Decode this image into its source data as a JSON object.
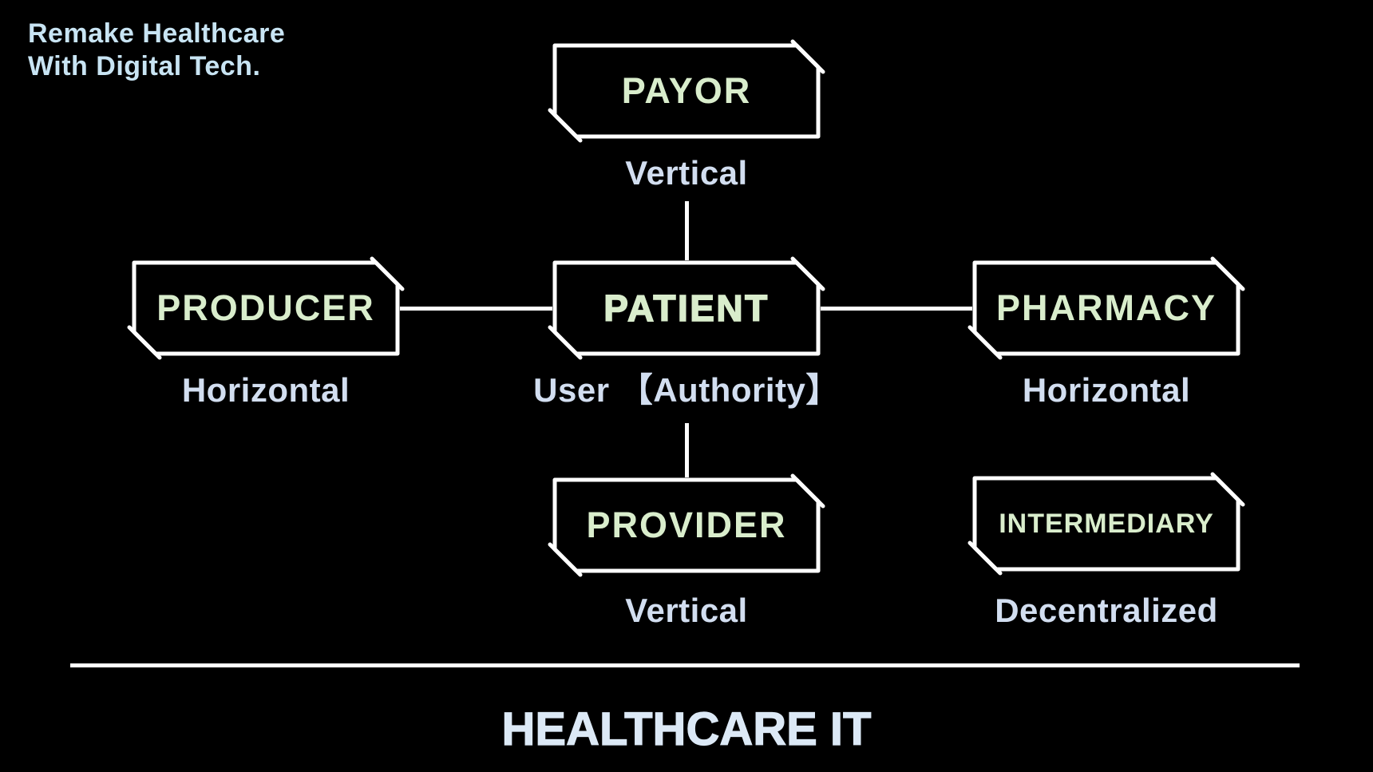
{
  "title": {
    "text": "Remake Healthcare\nWith Digital Tech."
  },
  "nodes": {
    "payor": {
      "label": "PAYOR",
      "sublabel": "Vertical"
    },
    "producer": {
      "label": "PRODUCER",
      "sublabel": "Horizontal"
    },
    "patient": {
      "label": "PATIENT",
      "sublabel": "User 【Authority】"
    },
    "pharmacy": {
      "label": "PHARMACY",
      "sublabel": "Horizontal"
    },
    "provider": {
      "label": "PROVIDER",
      "sublabel": "Vertical"
    },
    "intermediary": {
      "label": "INTERMEDIARY",
      "sublabel": "Decentralized"
    }
  },
  "footer": {
    "label": "HEALTHCARE IT"
  },
  "colors": {
    "background": "#000000",
    "line_color": "#ffffff",
    "box_border": "#ffffff",
    "node_text": "#d9edcc",
    "label_text": "#d2def0",
    "title_text": "#c8e4f3",
    "footer_text": "#dce9f6"
  }
}
